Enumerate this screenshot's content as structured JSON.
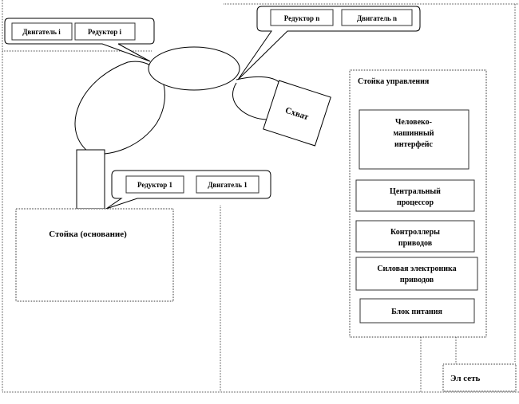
{
  "labels": {
    "motor_i": "Двигатель i",
    "reducer_i": "Редуктор i",
    "reducer_n": "Редуктор n",
    "motor_n": "Двигатель n",
    "gripper": "Схват",
    "reducer_1": "Редуктор 1",
    "motor_1": "Двигатель 1",
    "base_stand": "Стойка (основание)",
    "control_cabinet": "Стойка управления",
    "hmi_line1": "Человеко-",
    "hmi_line2": "машинный",
    "hmi_line3": "интерфейс",
    "cpu_line1": "Центральный",
    "cpu_line2": "процессор",
    "controllers_line1": "Контроллеры",
    "controllers_line2": "приводов",
    "power_electronics_line1": "Силовая электроника",
    "power_electronics_line2": "приводов",
    "power_supply": "Блок питания",
    "mains": "Эл сеть"
  },
  "colors": {
    "line": "#000000",
    "box_border": "#333333",
    "shadow": "#6e6e6e",
    "fill": "#ffffff"
  }
}
